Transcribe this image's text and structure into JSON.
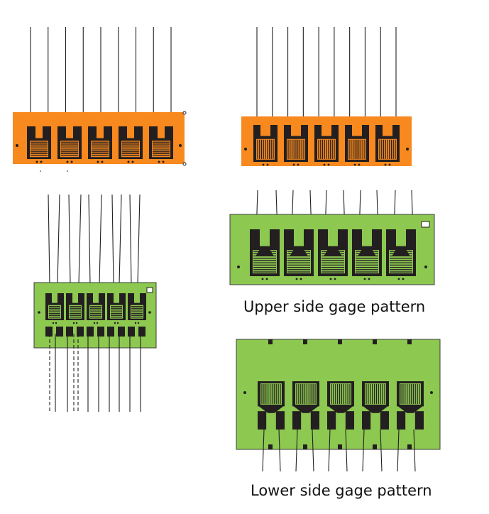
{
  "captions": {
    "upper": "Upper side gage pattern",
    "lower": "Lower side gage pattern"
  },
  "colors": {
    "orange_carrier": "#f7891f",
    "green_carrier": "#8dc850",
    "grid": "#231f20",
    "lead_wire": "#231f20",
    "background": "#ffffff"
  },
  "figures": [
    {
      "id": "orange-horizontal-grid-rosette",
      "carrier": "orange",
      "gages": 5,
      "grid_orientation": "horizontal"
    },
    {
      "id": "orange-vertical-grid-rosette",
      "carrier": "orange",
      "gages": 5,
      "grid_orientation": "vertical"
    },
    {
      "id": "green-double-sided-rosette",
      "carrier": "green",
      "gages": 5,
      "grid_orientation": "horizontal"
    },
    {
      "id": "green-upper-side-gage-pattern",
      "carrier": "green",
      "gages": 5,
      "grid_orientation": "horizontal"
    },
    {
      "id": "green-lower-side-gage-pattern",
      "carrier": "green",
      "gages": 5,
      "grid_orientation": "vertical"
    }
  ]
}
